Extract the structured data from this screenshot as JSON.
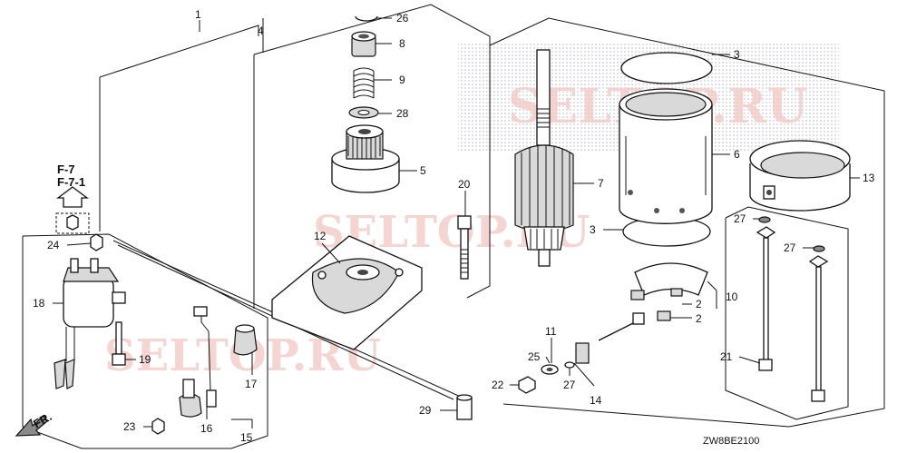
{
  "diagram": {
    "code": "ZW8BE2100",
    "ref_group_lines": [
      "F-7",
      "F-7-1"
    ],
    "direction_label": "FR.",
    "watermarks": [
      "SELTOP.RU",
      "SELTOP.RU",
      "SELTOP.RU"
    ],
    "callouts": {
      "c1": "1",
      "c4": "4",
      "c26": "26",
      "c8": "8",
      "c9": "9",
      "c28": "28",
      "c5": "5",
      "c20": "20",
      "c12": "12",
      "c3a": "3",
      "c6": "6",
      "c7": "7",
      "c3b": "3",
      "c13": "13",
      "c27a": "27",
      "c27b": "27",
      "c10": "10",
      "c2a": "2",
      "c2b": "2",
      "c11": "11",
      "c25": "25",
      "c22": "22",
      "c27c": "27",
      "c14": "14",
      "c21": "21",
      "c29": "29",
      "c24": "24",
      "c18": "18",
      "c19": "19",
      "c17": "17",
      "c16": "16",
      "c23": "23",
      "c15": "15"
    }
  }
}
